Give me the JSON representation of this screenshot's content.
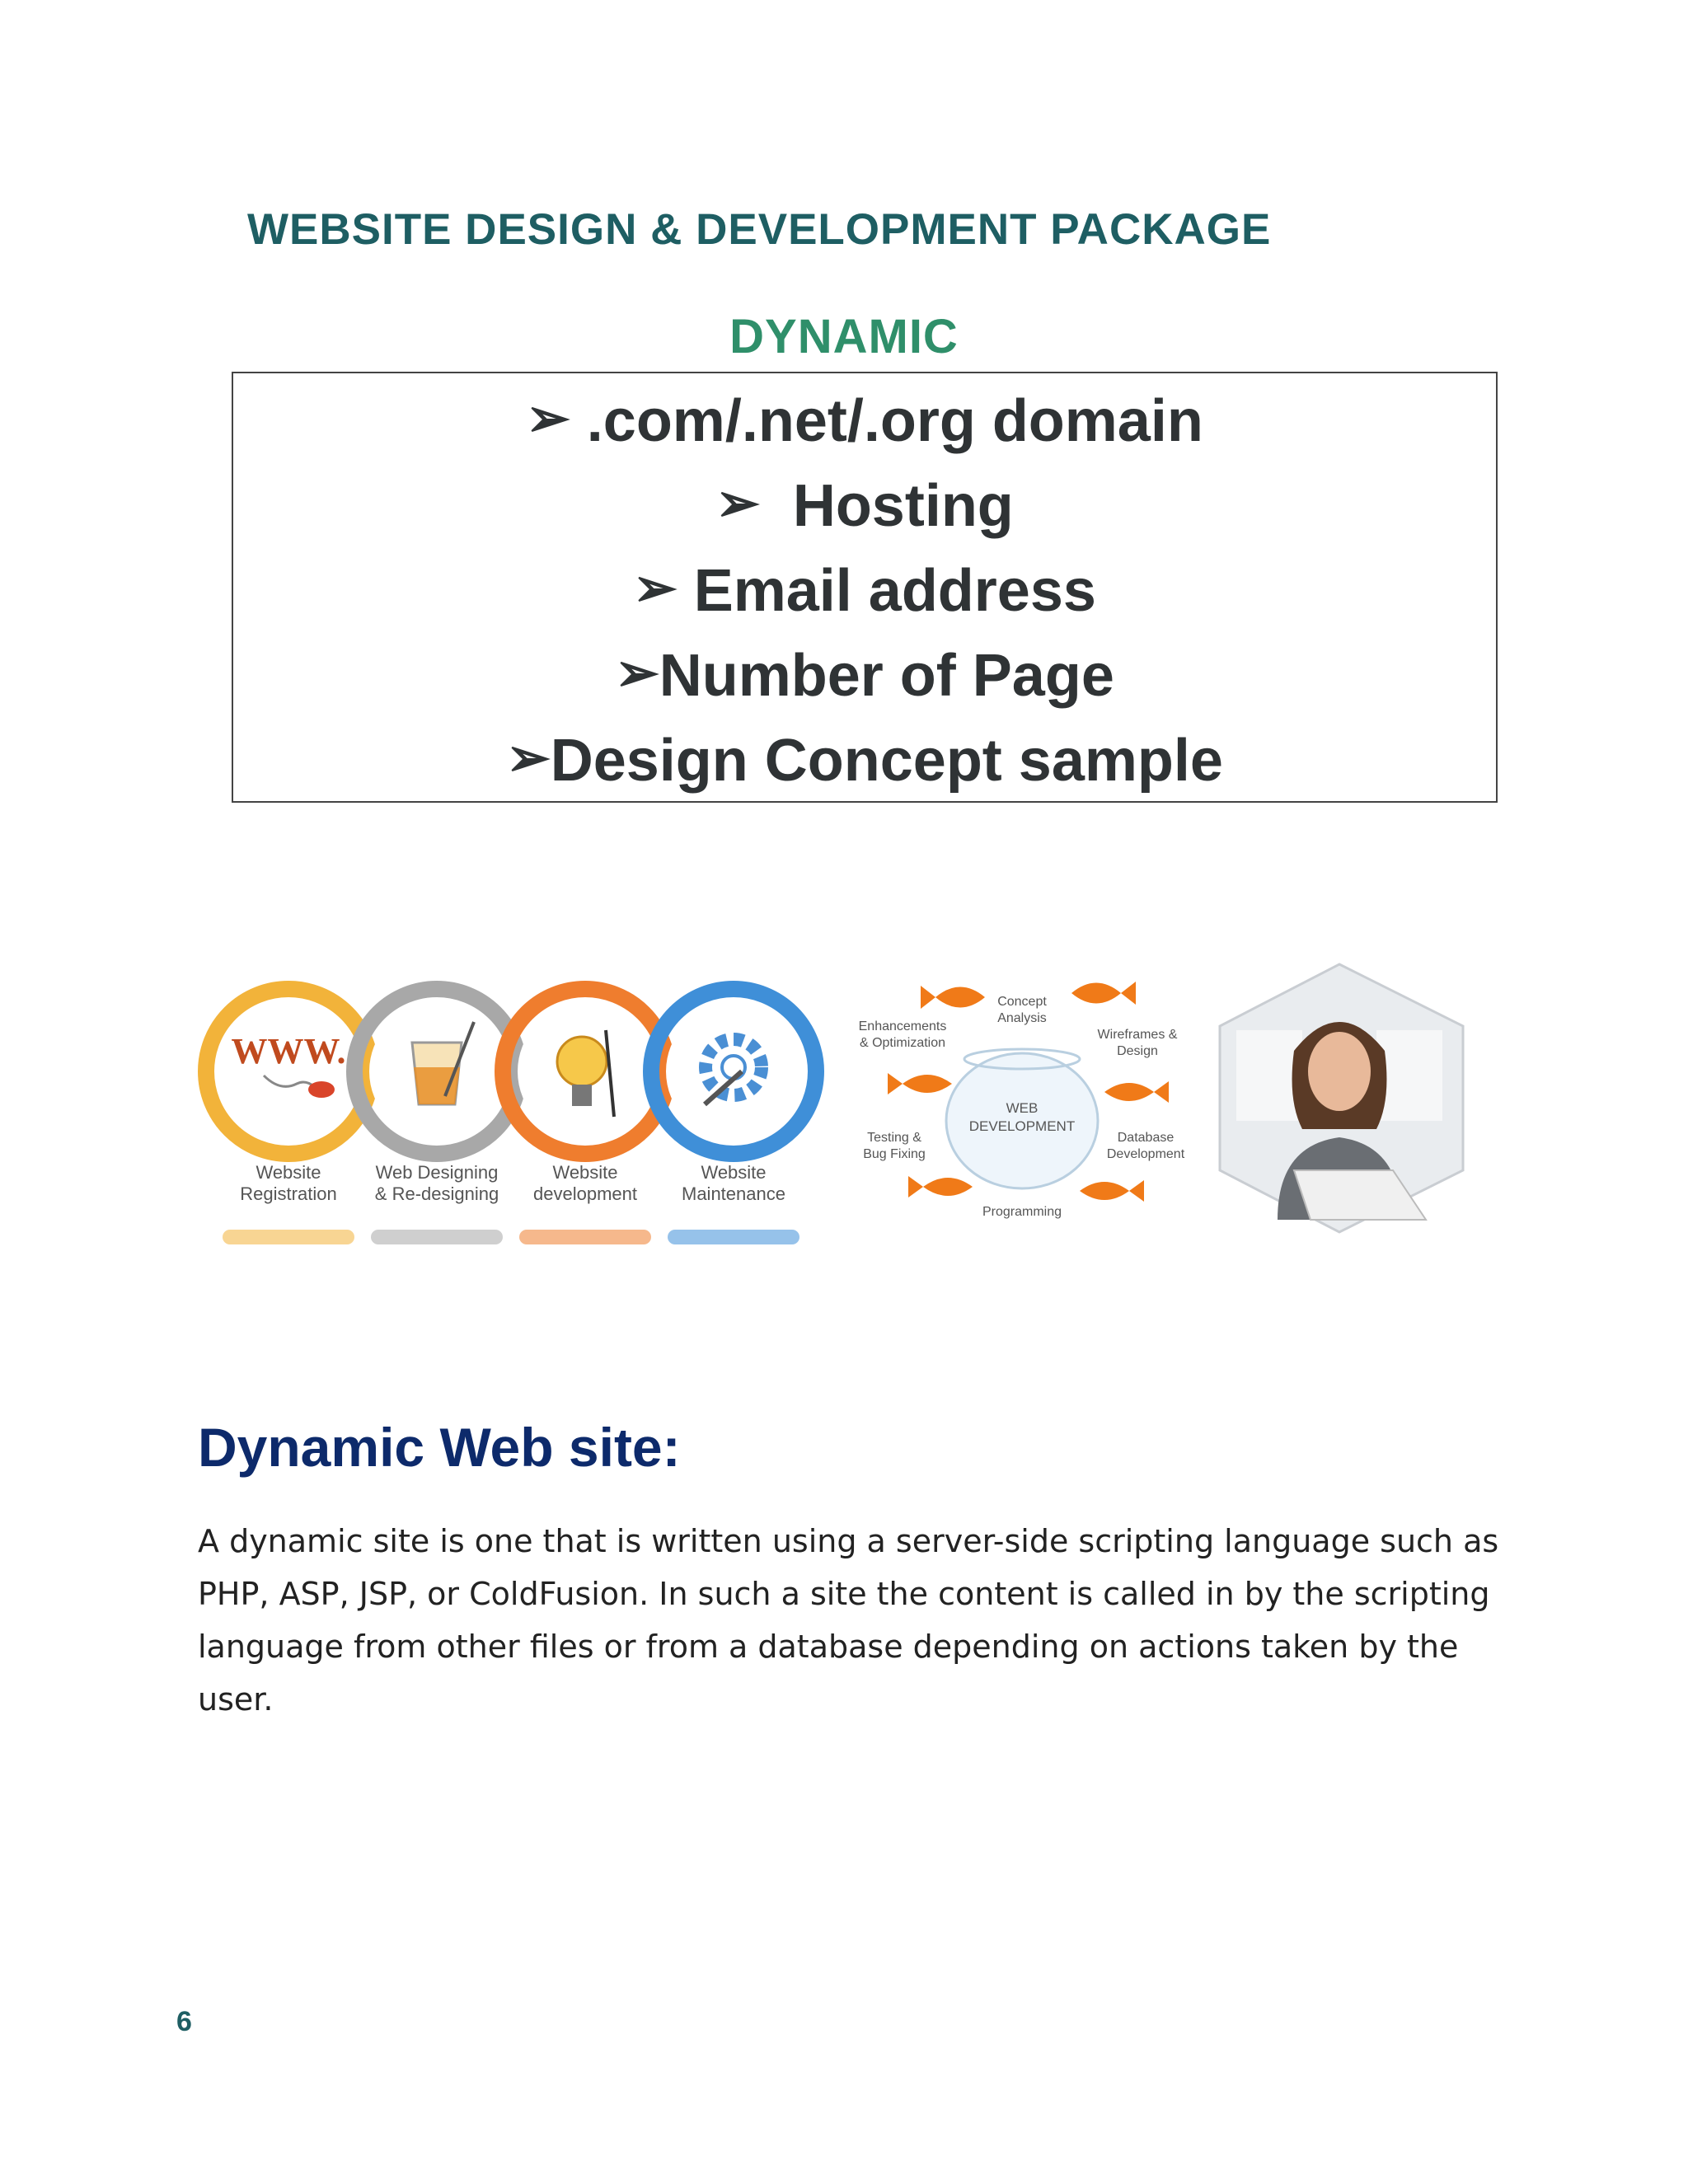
{
  "document": {
    "title": "WEBSITE DESIGN & DEVELOPMENT PACKAGE",
    "subtitle": "DYNAMIC",
    "features": [
      ".com/.net/.org domain",
      "Hosting",
      "Email address",
      "Number of Page",
      "Design Concept sample"
    ],
    "bullet_glyph": "➢",
    "banner": {
      "services": [
        {
          "line1": "Website",
          "line2": "Registration",
          "color": "#f2b33a"
        },
        {
          "line1": "Web Designing",
          "line2": "& Re-designing",
          "color": "#a8a8a8"
        },
        {
          "line1": "Website",
          "line2": "development",
          "color": "#ef7d2e"
        },
        {
          "line1": "Website",
          "line2": "Maintenance",
          "color": "#3f8fd8"
        }
      ],
      "center_label_1": "WEB",
      "center_label_2": "DEVELOPMENT",
      "cycle_labels": [
        {
          "l1": "Concept",
          "l2": "Analysis"
        },
        {
          "l1": "Wireframes &",
          "l2": "Design"
        },
        {
          "l1": "Database",
          "l2": "Development"
        },
        {
          "l1": "Programming",
          "l2": ""
        },
        {
          "l1": "Testing &",
          "l2": "Bug Fixing"
        },
        {
          "l1": "Enhancements",
          "l2": "& Optimization"
        }
      ]
    },
    "section_heading": "Dynamic Web site:",
    "body": "A dynamic site is one that is written using a server-side scripting language such as PHP, ASP, JSP, or ColdFusion. In such a site the content is called in by the scripting language from other files or from a database depending on actions taken by the user.",
    "page_number": "6"
  },
  "colors": {
    "title": "#1e5e63",
    "subtitle": "#2f8f6a",
    "heading": "#0d2a6b",
    "feature_text": "#2f3335"
  }
}
